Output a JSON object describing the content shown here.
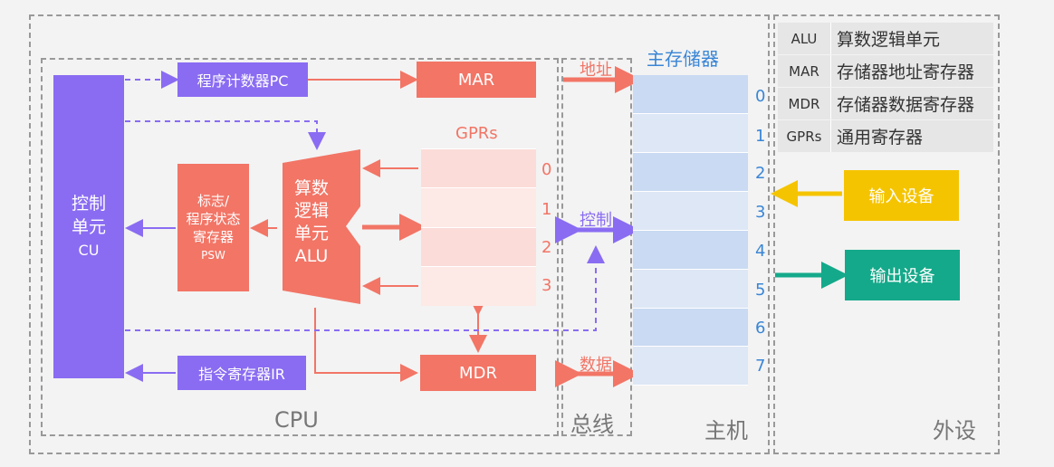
{
  "regions": {
    "cpu": "CPU",
    "bus": "总线",
    "host": "主机",
    "peripheral": "外设"
  },
  "cpu": {
    "pc": "程序计数器PC",
    "mar": "MAR",
    "gprs_title": "GPRs",
    "gpr_indices": [
      "0",
      "1",
      "2",
      "3"
    ],
    "cu": [
      "控制",
      "单元",
      "CU"
    ],
    "psw": [
      "标志/",
      "程序状态",
      "寄存器",
      "PSW"
    ],
    "alu": [
      "算数",
      "逻辑",
      "单元",
      "ALU"
    ],
    "ir": "指令寄存器IR",
    "mdr": "MDR"
  },
  "bus": {
    "address": "地址",
    "control": "控制",
    "data": "数据"
  },
  "memory": {
    "title": "主存储器",
    "indices": [
      "0",
      "1",
      "2",
      "3",
      "4",
      "5",
      "6",
      "7"
    ]
  },
  "legend": [
    {
      "key": "ALU",
      "value": "算数逻辑单元"
    },
    {
      "key": "MAR",
      "value": "存储器地址寄存器"
    },
    {
      "key": "MDR",
      "value": "存储器数据寄存器"
    },
    {
      "key": "GPRs",
      "value": "通用寄存器"
    }
  ],
  "devices": {
    "input": "输入设备",
    "output": "输出设备"
  },
  "colors": {
    "purple": "#8a6cf2",
    "salmon": "#f27566",
    "yellow": "#f5c400",
    "teal": "#14a98a",
    "blue": "#3a86d6"
  }
}
